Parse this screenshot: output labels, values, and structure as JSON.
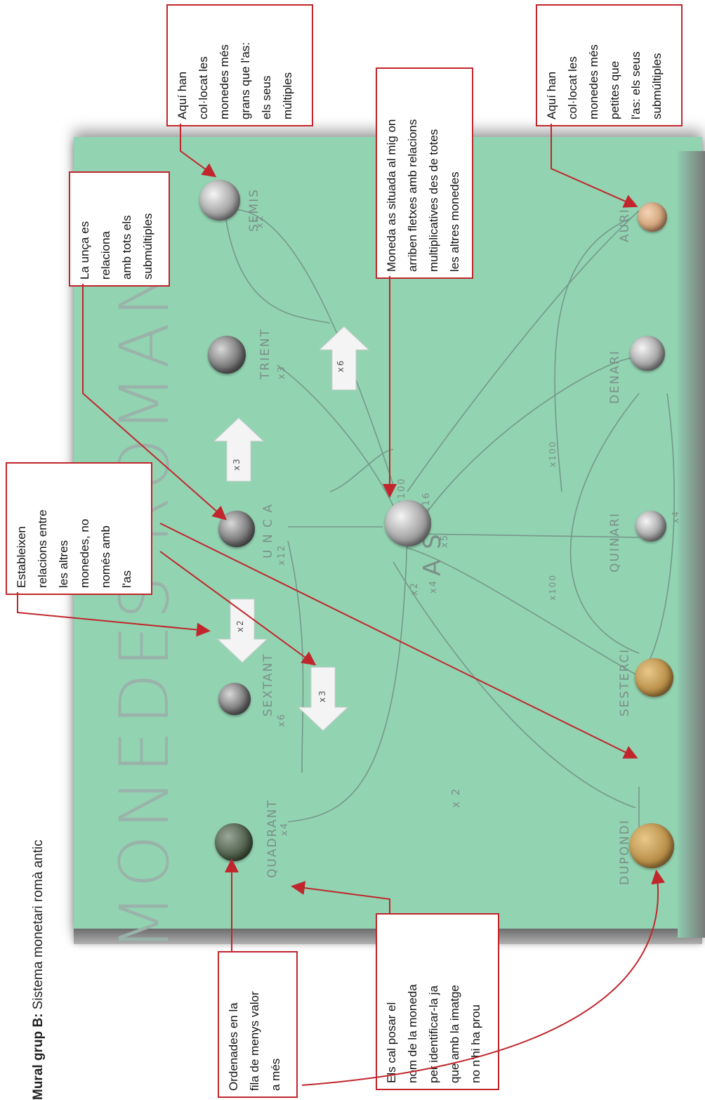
{
  "title": {
    "bold": "Mural grup B:",
    "rest": " Sistema monetari romà antic"
  },
  "board": {
    "heading": "MONEDES ROMANES",
    "coins": {
      "semis": "SEMIS",
      "trient": "TRIENT",
      "unca": "U N C A",
      "sextant": "SEXTANT",
      "quadrant": "QUADRANT",
      "as": "A S",
      "aureus": "AURI",
      "denari": "DENARI",
      "quinari": "QUINARI",
      "sesterci": "SESTERCI",
      "dupondi": "DUPONDI"
    },
    "multipliers": {
      "semis": "x2",
      "trient": "x3",
      "unca": "x12",
      "sextant": "x6",
      "quadrant": "x4",
      "as_top": "x100",
      "as_16": "x16",
      "quinari": "x5",
      "as_4": "x4",
      "as_2": "x2",
      "middle_2": "x 2",
      "sesterci_100": "x100",
      "denari_100": "x100",
      "bottom_4": "x4"
    },
    "arrows": {
      "up_left": "x3",
      "up_right": "x6",
      "down_left": "x2",
      "down_right": "x3"
    }
  },
  "callouts": [
    {
      "id": "submultiples",
      "lines": [
        "Aquí han",
        "col·locat les",
        "monedes més",
        "grans que l'as:",
        "els seus",
        "múltiples"
      ]
    },
    {
      "id": "multiplicatives",
      "lines": [
        "Moneda as situada al mig on",
        "arriben fletxes amb relacions",
        "multiplicatives des de totes",
        "les altres monedes"
      ]
    },
    {
      "id": "multiples",
      "lines": [
        "Aquí han",
        "col·locat les",
        "monedes més",
        "petites que",
        "l'as: els seus",
        "submúltiples"
      ]
    },
    {
      "id": "unca",
      "lines": [
        "La unça es",
        "relaciona",
        "amb tots els",
        "submúltiples"
      ]
    },
    {
      "id": "relations",
      "lines": [
        "Estableixen",
        "relacions entre",
        "les altres",
        "monedes, no",
        "només amb",
        "l'as"
      ]
    },
    {
      "id": "order",
      "lines": [
        "Ordenades en la",
        "fila de menys valor",
        "a més"
      ]
    },
    {
      "id": "name",
      "lines": [
        "Els cal posar el",
        "nom de la moneda",
        "per identificar-la ja",
        "que amb la imatge",
        "no n'hi ha prou"
      ]
    }
  ],
  "colors": {
    "board": "#92d3b2",
    "callout_border": "#c0262c",
    "pencil": "#7a9088"
  }
}
